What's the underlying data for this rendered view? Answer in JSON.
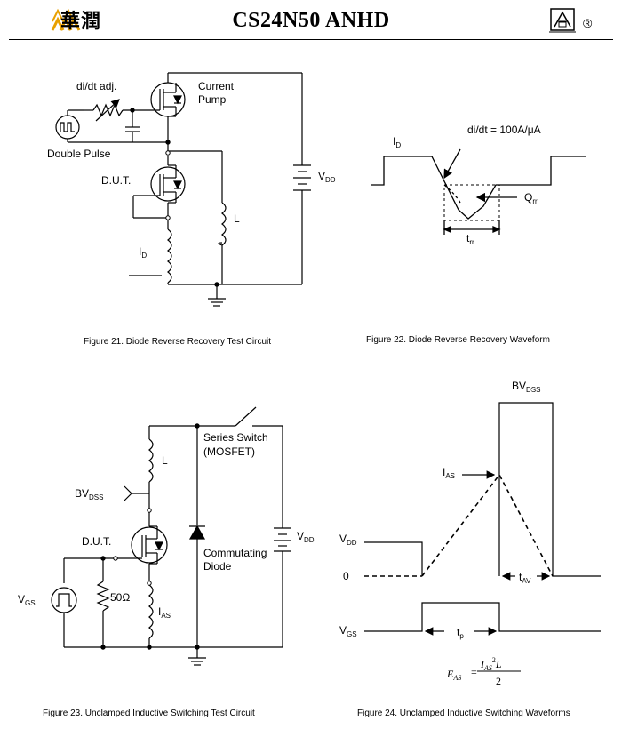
{
  "header": {
    "title": "CS24N50 ANHD",
    "logo_text": "華潤",
    "registered_mark": "®"
  },
  "fig21": {
    "caption": "Figure 21. Diode Reverse Recovery Test Circuit",
    "didt_adj": "di/dt adj.",
    "current_pump": "Current",
    "current_pump2": "Pump",
    "double_pulse": "Double Pulse",
    "dut": "D.U.T.",
    "inductor": "L",
    "id_main": "I",
    "id_sub": "D",
    "vdd_main": "V",
    "vdd_sub": "DD"
  },
  "fig22": {
    "caption": "Figure 22. Diode Reverse Recovery Waveform",
    "id_main": "I",
    "id_sub": "D",
    "didt": "di/dt = 100A/μA",
    "qrr_main": "Q",
    "qrr_sub": "rr",
    "trr_main": "t",
    "trr_sub": "rr"
  },
  "fig23": {
    "caption": "Figure 23. Unclamped Inductive Switching Test Circuit",
    "series_switch": "Series Switch",
    "mosfet": "(MOSFET)",
    "inductor": "L",
    "bvdss_main": "BV",
    "bvdss_sub": "DSS",
    "dut": "D.U.T.",
    "commutating": "Commutating",
    "diode": "Diode",
    "vgs_main": "V",
    "vgs_sub": "GS",
    "resistor": "50Ω",
    "ias_main": "I",
    "ias_sub": "AS",
    "vdd_main": "V",
    "vdd_sub": "DD"
  },
  "fig24": {
    "caption": "Figure 24. Unclamped Inductive Switching Waveforms",
    "bvdss_main": "BV",
    "bvdss_sub": "DSS",
    "ias_main": "I",
    "ias_sub": "AS",
    "vdd_main": "V",
    "vdd_sub": "DD",
    "zero": "0",
    "tav_main": "t",
    "tav_sub": "AV",
    "vgs_main": "V",
    "vgs_sub": "GS",
    "tp_main": "t",
    "tp_sub": "p",
    "eq_lhs_main": "E",
    "eq_lhs_sub": "AS",
    "eq_equals": "=",
    "eq_num_i": "I",
    "eq_num_sub": "AS",
    "eq_num_exp": "2",
    "eq_num_l": "L",
    "eq_den": "2"
  }
}
